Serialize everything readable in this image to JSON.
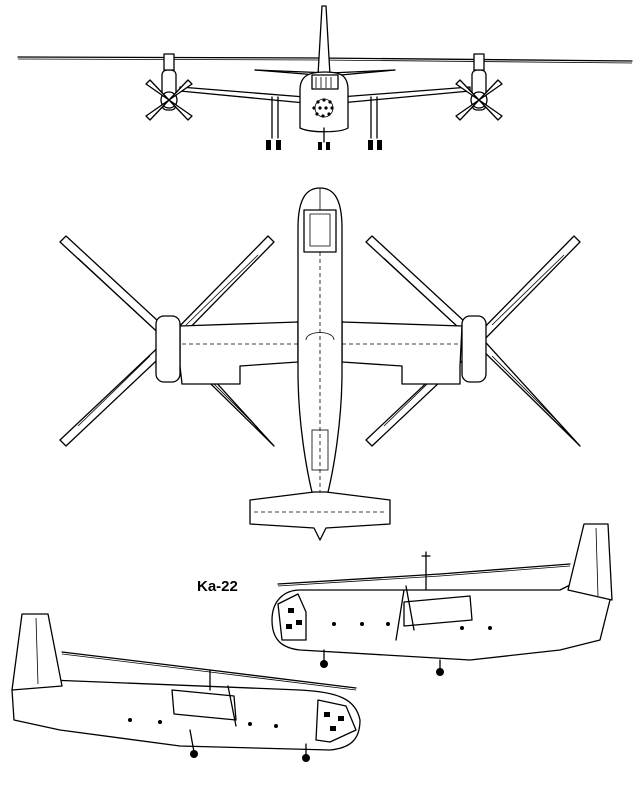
{
  "drawing": {
    "aircraft_label": "Ka-22",
    "views": [
      "front-view",
      "top-view",
      "side-view-right",
      "side-view-left"
    ]
  },
  "colors": {
    "line": "#000000",
    "background": "#ffffff"
  }
}
